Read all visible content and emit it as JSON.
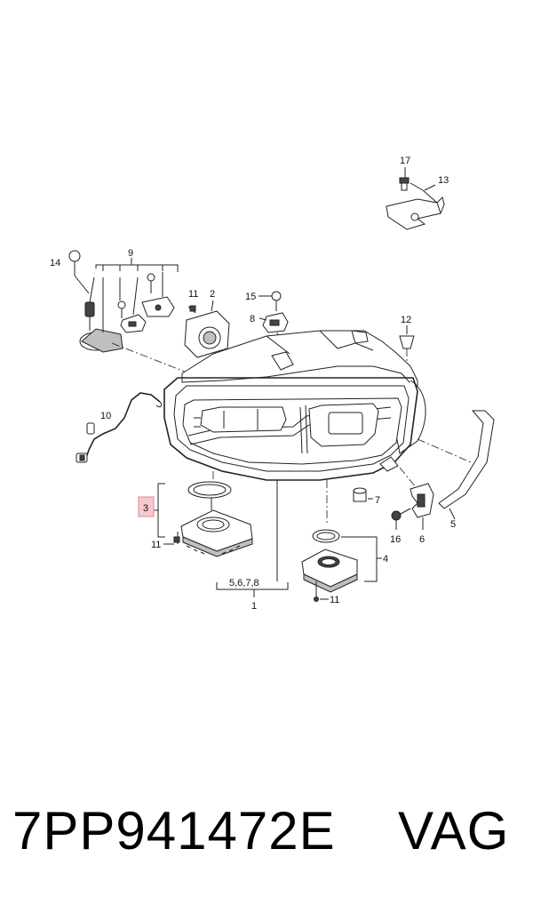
{
  "labels": {
    "l1": "1",
    "l2": "2",
    "l3": "3",
    "l4": "4",
    "l5": "5",
    "l5678": "5,6,7,8",
    "l6": "6",
    "l7": "7",
    "l8": "8",
    "l9": "9",
    "l10": "10",
    "l11a": "11",
    "l11b": "11",
    "l11c": "11",
    "l12": "12",
    "l13": "13",
    "l14": "14",
    "l15": "15",
    "l16": "16",
    "l17": "17"
  },
  "footer": {
    "part_number": "7PP941472E",
    "brand": "VAG"
  },
  "colors": {
    "highlight": "#f6c9cf",
    "highlight_border": "#d98a95",
    "line": "#222222"
  }
}
